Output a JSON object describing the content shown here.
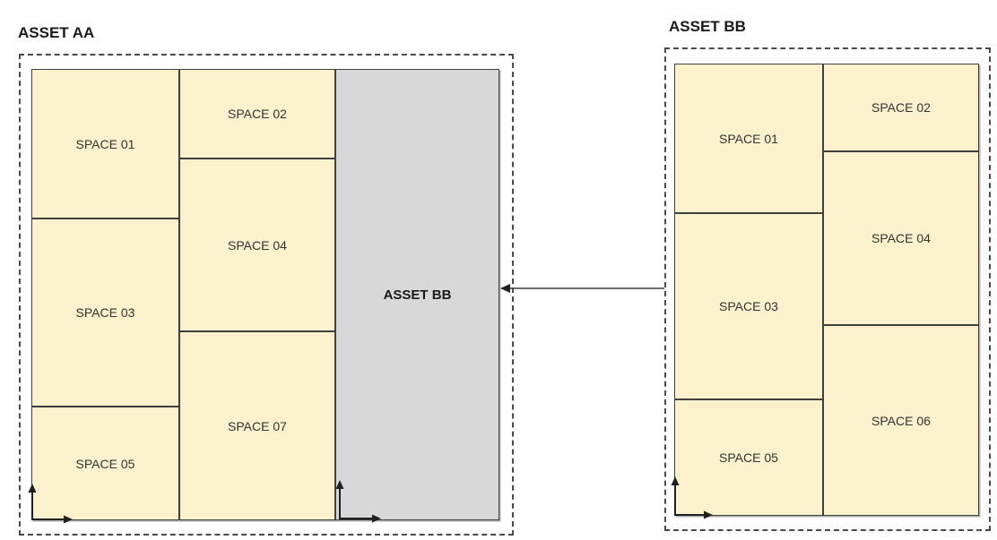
{
  "asset_aa": {
    "title": "ASSET AA",
    "spaces": {
      "s01": "SPACE 01",
      "s02": "SPACE 02",
      "s03": "SPACE 03",
      "s04": "SPACE 04",
      "s05": "SPACE 05",
      "s07": "SPACE 07"
    },
    "embedded_asset_label": "ASSET BB"
  },
  "asset_bb": {
    "title": "ASSET BB",
    "spaces": {
      "s01": "SPACE 01",
      "s02": "SPACE 02",
      "s03": "SPACE 03",
      "s04": "SPACE 04",
      "s05": "SPACE 05",
      "s06": "SPACE 06"
    }
  },
  "icons": {
    "connector": "arrow-left-icon",
    "axis_marker": "axis-origin-icon"
  },
  "colors": {
    "space_fill": "#FBF1CC",
    "embedded_asset_fill": "#D8D8D8",
    "solid_line": "#3F3F3F",
    "dashed_border": "#4A4A4A",
    "title_text": "#1A1A1A",
    "label_text": "#333333",
    "background": "#FFFFFF"
  }
}
